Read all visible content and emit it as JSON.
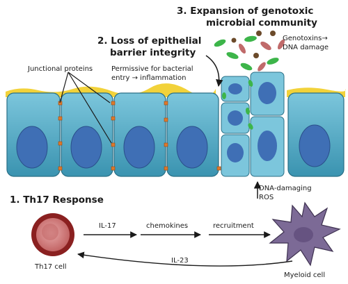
{
  "labels": {
    "expansion_line1": "3. Expansion of genotoxic",
    "expansion_line2": "microbial community",
    "loss_line1": "2. Loss of epithelial",
    "loss_line2": "barrier integrity",
    "genotoxins_line1": "Genotoxins→",
    "genotoxins_line2": "DNA damage",
    "junctional": "Junctional  proteins",
    "permissive_line1": "Permissive for bacterial",
    "permissive_line2": "entry → inflammation",
    "dna_ros_line1": "DNA-damaging",
    "dna_ros_line2": "ROS",
    "th17_response": "1. Th17 Response",
    "il17": "IL-17",
    "chemokines": "chemokines",
    "recruitment": "recruitment",
    "il23": "IL-23",
    "th17_cell": "Th17 cell",
    "myeloid_cell": "Myeloid cell"
  },
  "colors": {
    "cell_fill": "#4fa9c3",
    "cell_light": "#9fd4e4",
    "cell_stroke": "#2a6f86",
    "nucleus": "#3f6fb5",
    "mucus": "#f2d23a",
    "junction": "#e0782a",
    "bacteria_green": "#3db54a",
    "bacteria_red": "#c06a6a",
    "bacteria_brown": "#6b4a2a",
    "th17_outer": "#8a2020",
    "th17_inner": "#d88b8b",
    "myeloid": "#7c6a96"
  }
}
